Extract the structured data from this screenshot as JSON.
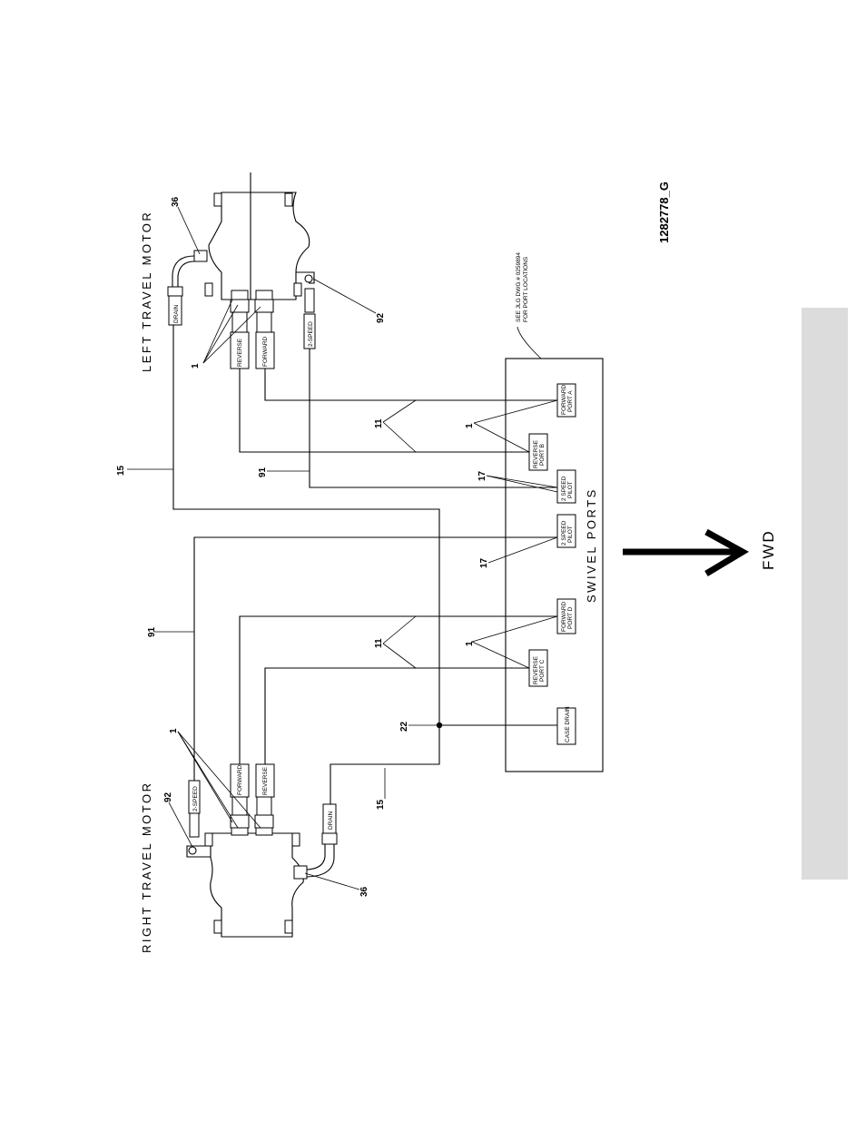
{
  "drawing_number": "1282778_G",
  "left_motor": {
    "title": "LEFT TRAVEL MOTOR",
    "drain": "DRAIN",
    "reverse": "REVERSE",
    "forward": "FORWARD",
    "two_speed": "2-SPEED"
  },
  "right_motor": {
    "title": "RIGHT TRAVEL MOTOR",
    "drain": "DRAIN",
    "reverse": "REVERSE",
    "forward": "FORWARD",
    "two_speed": "2-SPEED"
  },
  "swivel": {
    "title": "SWIVEL PORTS",
    "note_line1": "SEE JLG DWG # 0259894",
    "note_line2": "FOR PORT LOCATIONS",
    "ports": {
      "forward_a": [
        "FORWARD",
        "PORT A"
      ],
      "reverse_b": [
        "REVERSE",
        "PORT B"
      ],
      "pilot_left": [
        "2 SPEED",
        "PILOT"
      ],
      "pilot_right": [
        "2 SPEED",
        "PILOT"
      ],
      "forward_d": [
        "FORWARD",
        "PORT D"
      ],
      "reverse_c": [
        "REVERSE",
        "PORT C"
      ],
      "case_drain": [
        "CASE DRAIN"
      ]
    }
  },
  "fwd_label": "FWD",
  "callouts": {
    "c36_top": "36",
    "c92_top": "92",
    "c1_top": "1",
    "c15_top": "15",
    "c91_top": "91",
    "c11_top": "11",
    "c1_mid_top": "1",
    "c17_top": "17",
    "c17_mid": "17",
    "c91_bot": "91",
    "c11_bot": "11",
    "c1_mid_bot": "1",
    "c22": "22",
    "c1_bot": "1",
    "c92_bot": "92",
    "c15_bot": "15",
    "c36_bot": "36"
  },
  "colors": {
    "line": "#000000",
    "side_strip": "#dcdcdc"
  }
}
